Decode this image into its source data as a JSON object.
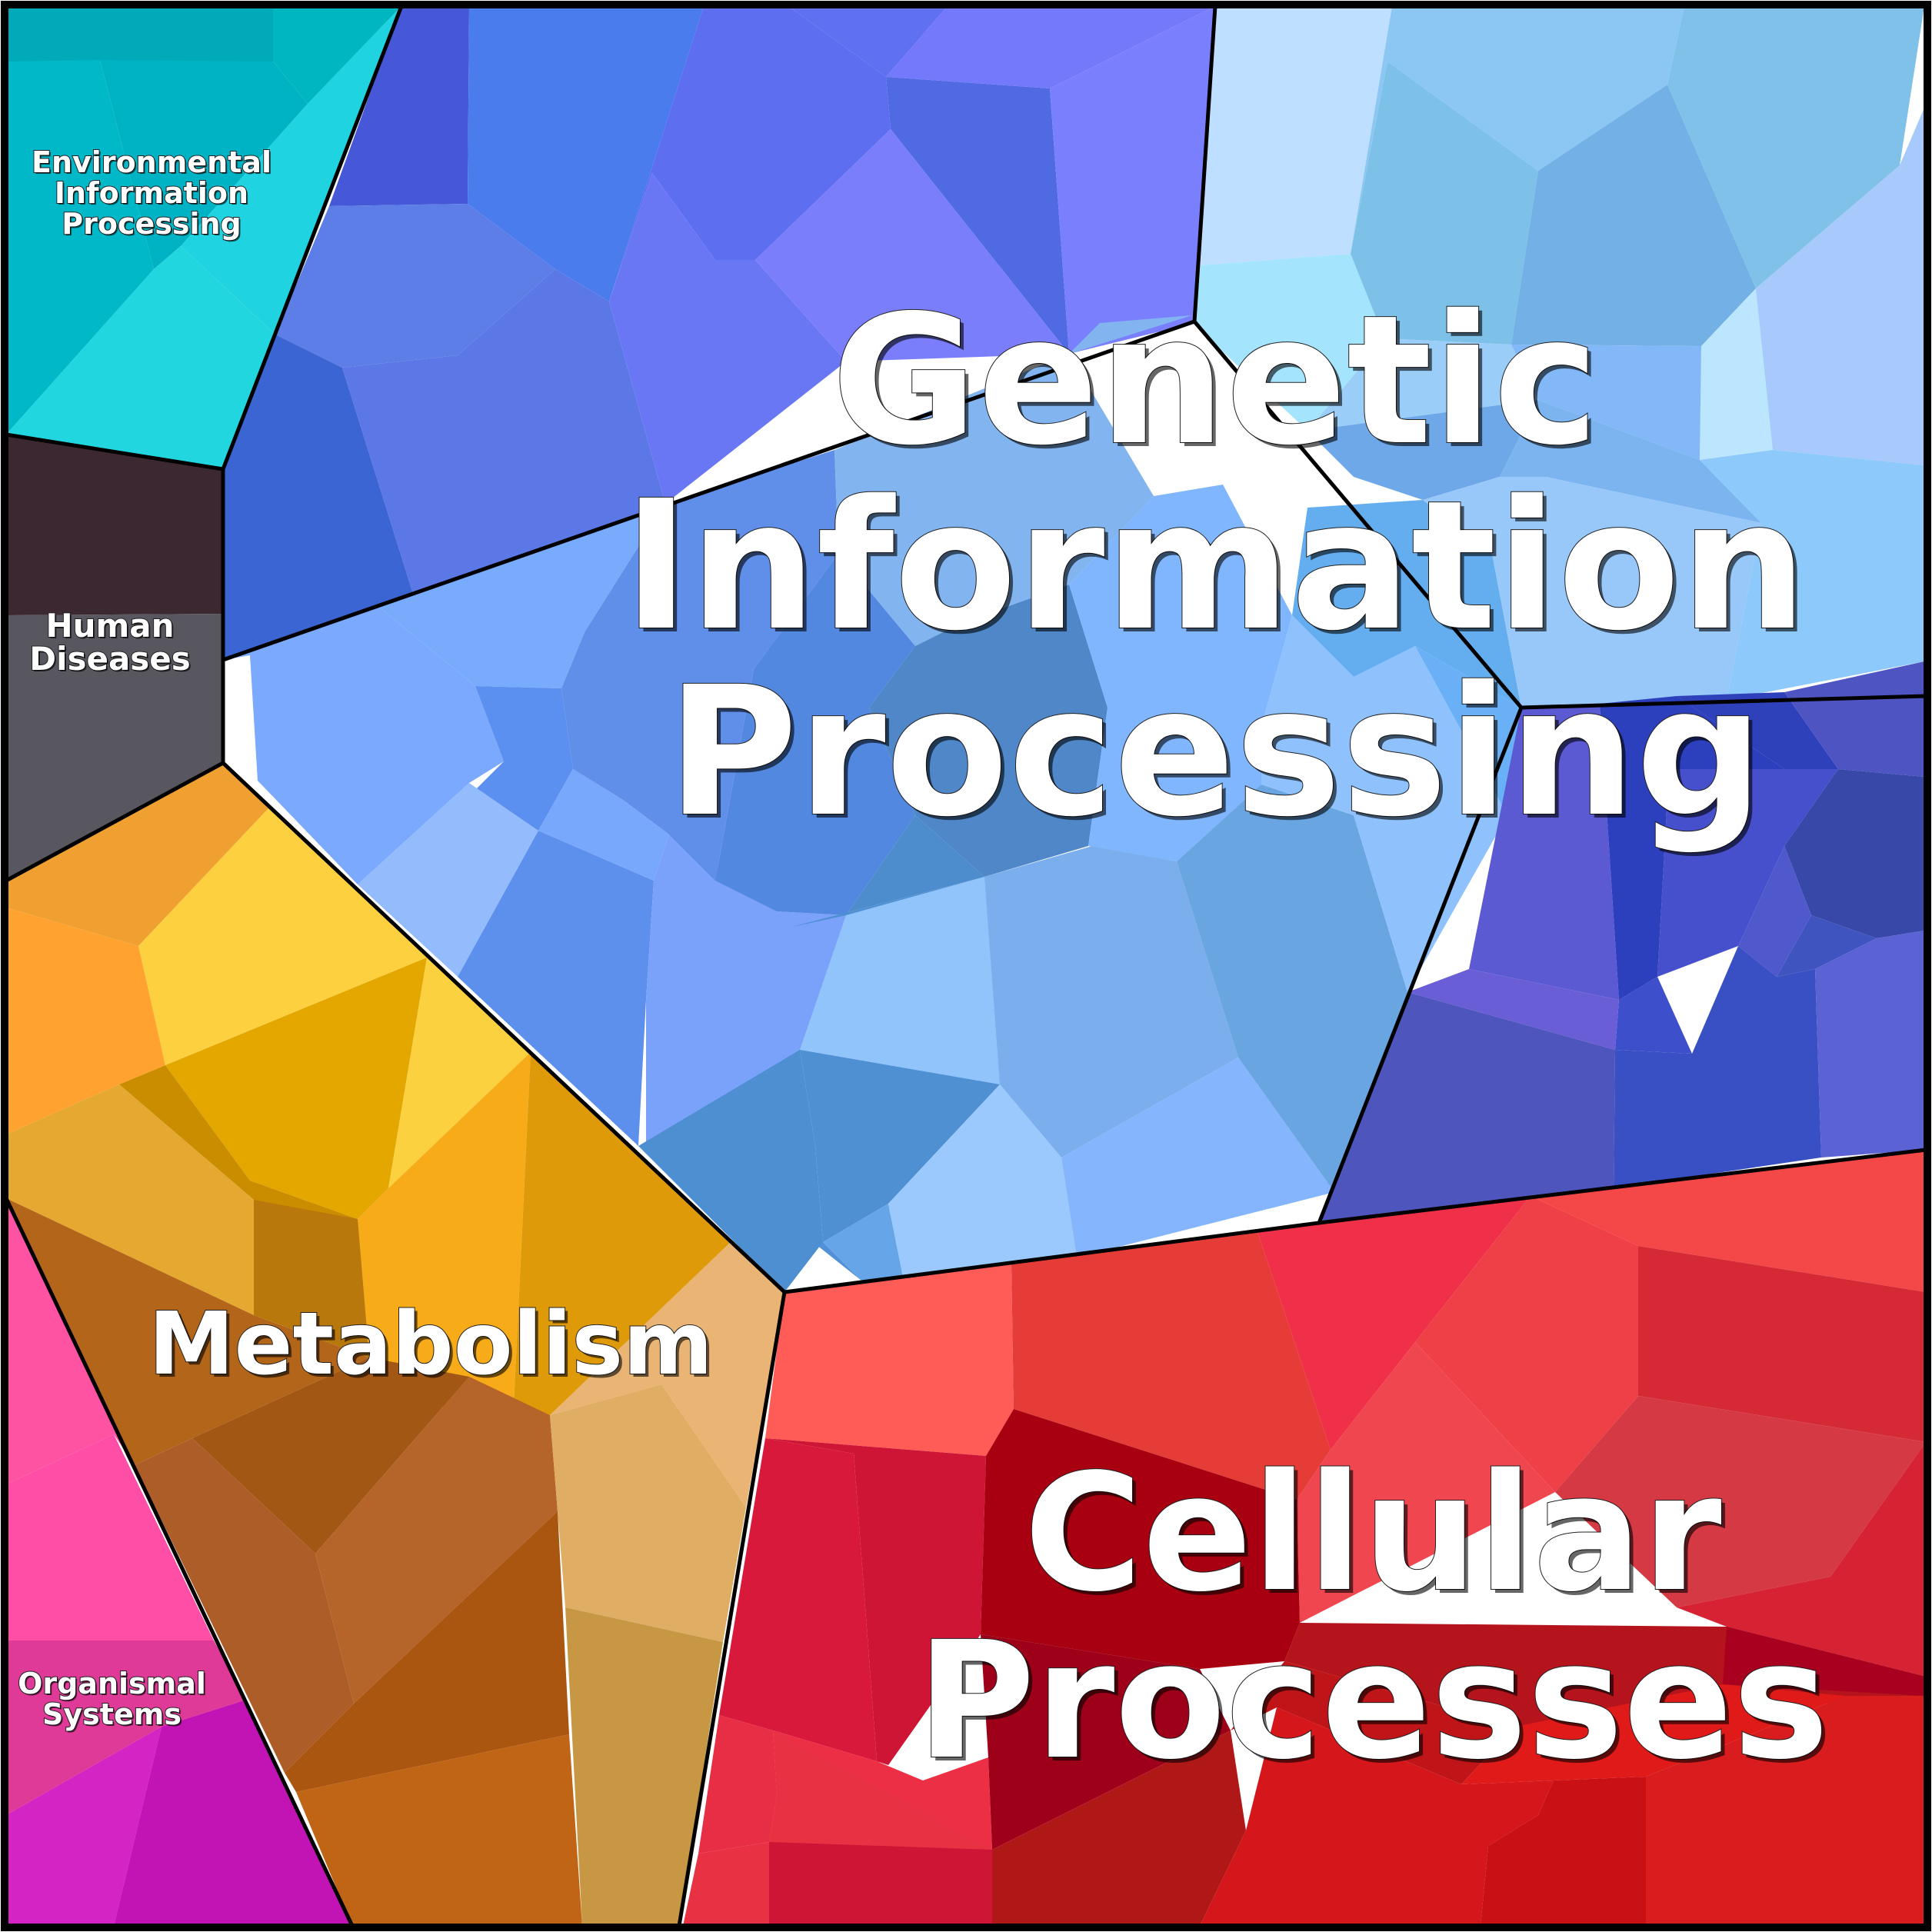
{
  "treemap": {
    "regions": [
      {
        "key": "environmental",
        "label": "Environmental\nInformation\nProcessing",
        "color": "#22d3de"
      },
      {
        "key": "human_diseases",
        "label": "Human\nDiseases",
        "color": "#55525f"
      },
      {
        "key": "organismal",
        "label": "Organismal\nSystems",
        "color": "#ff4fa0"
      },
      {
        "key": "metabolism",
        "label": "Metabolism",
        "color": "#e6a52a"
      },
      {
        "key": "genetic",
        "label": "Genetic\nInformation\nProcessing",
        "color": "#6fa5f3"
      },
      {
        "key": "cellular",
        "label": "Cellular\nProcesses",
        "color": "#d8232e"
      }
    ]
  }
}
